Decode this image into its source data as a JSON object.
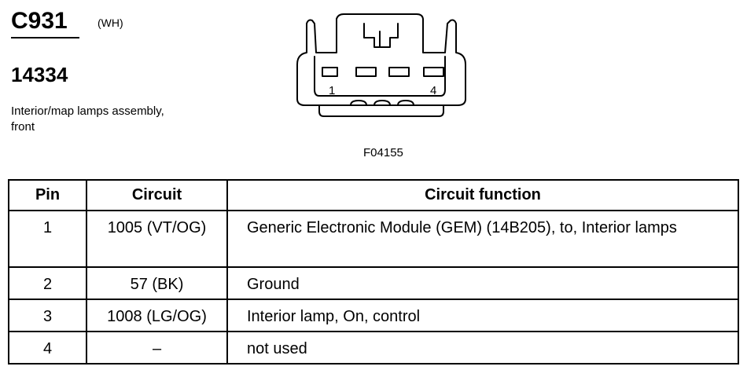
{
  "header": {
    "connector_id": "C931",
    "connector_color": "(WH)",
    "part_number": "14334",
    "description": "Interior/map lamps assembly, front",
    "figure_code": "F04155"
  },
  "diagram": {
    "pin_first": "1",
    "pin_last": "4"
  },
  "table": {
    "headers": {
      "pin": "Pin",
      "circuit": "Circuit",
      "function": "Circuit function"
    },
    "rows": [
      {
        "pin": "1",
        "circuit": "1005 (VT/OG)",
        "function": "Generic Electronic Module (GEM) (14B205), to, Interior lamps"
      },
      {
        "pin": "2",
        "circuit": "57 (BK)",
        "function": "Ground"
      },
      {
        "pin": "3",
        "circuit": "1008 (LG/OG)",
        "function": "Interior lamp, On, control"
      },
      {
        "pin": "4",
        "circuit": "–",
        "function": "not used"
      }
    ]
  }
}
